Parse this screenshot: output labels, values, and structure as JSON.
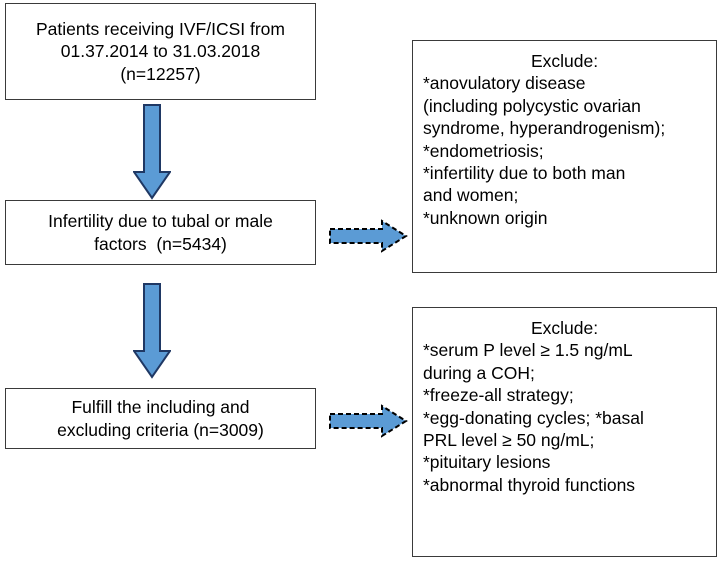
{
  "figure": {
    "type": "flowchart",
    "colors": {
      "arrow_fill": "#5B9BD5",
      "arrow_stroke": "#2E5F8A",
      "box_border": "#3A3A3A",
      "background": "#FFFFFF",
      "text": "#000000"
    }
  },
  "flow": {
    "cohort_box": {
      "line1": "Patients receiving IVF/ICSI from",
      "line2": "01.37.2014 to 31.03.2018",
      "line3": "(n=12257)"
    },
    "infertility_box": {
      "line1": "Infertility due to tubal or male",
      "line2": "factors  (n=5434)"
    },
    "criteria_box": {
      "line1": "Fulfill the including and",
      "line2": "excluding criteria (n=3009)"
    }
  },
  "exclusions": {
    "first": {
      "heading": "Exclude:",
      "lines": [
        "*anovulatory disease",
        "(including polycystic ovarian",
        "syndrome, hyperandrogenism);",
        "*endometriosis;",
        "*infertility due to both man",
        "and women;",
        "*unknown origin"
      ]
    },
    "second": {
      "heading": "Exclude:",
      "lines": [
        "*serum P level ≥ 1.5 ng/mL",
        "during a COH;",
        "*freeze-all strategy;",
        "*egg-donating cycles; *basal",
        "PRL level ≥ 50 ng/mL;",
        "*pituitary lesions",
        "*abnormal thyroid functions"
      ]
    }
  },
  "connectors": {
    "down_1": "down-block-arrow",
    "down_2": "down-block-arrow",
    "right_1": "right-dashed-block-arrow",
    "right_2": "right-dashed-block-arrow"
  }
}
